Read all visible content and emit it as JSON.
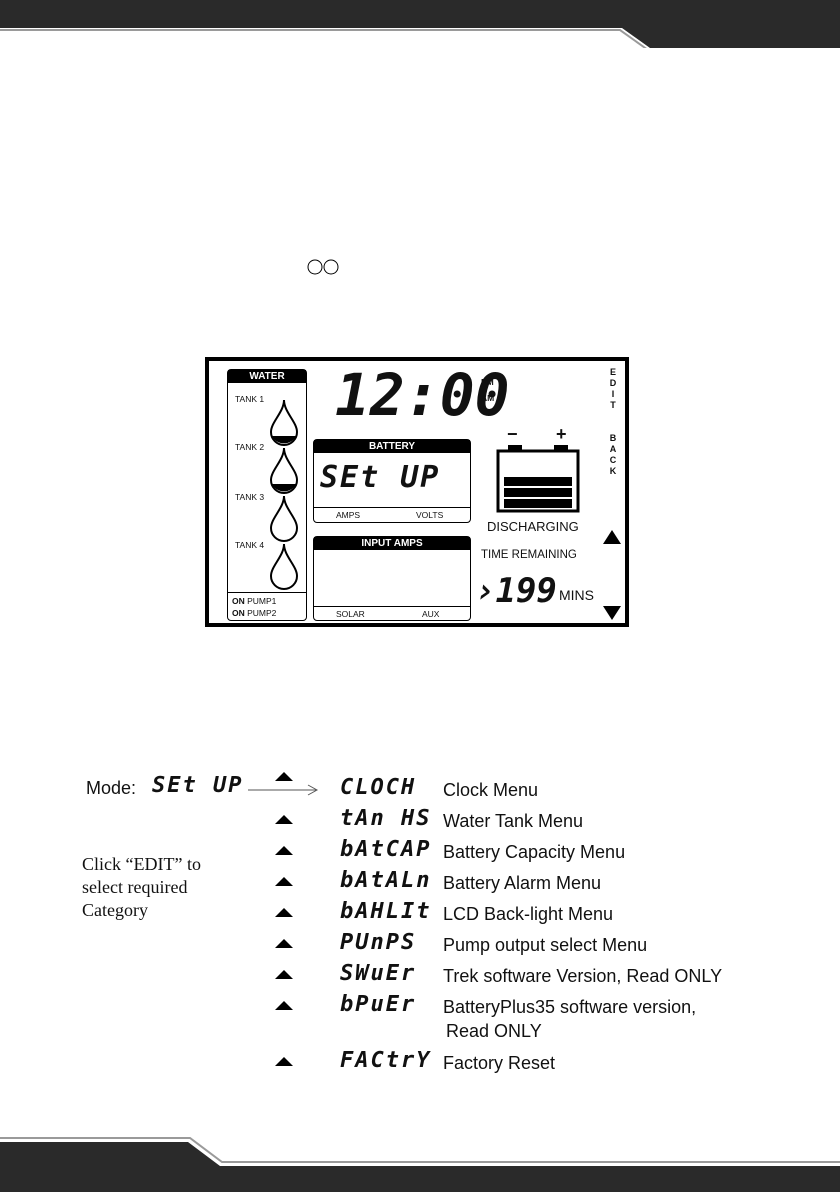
{
  "lcd": {
    "water_title": "WATER",
    "tanks": [
      "TANK 1",
      "TANK 2",
      "TANK 3",
      "TANK 4"
    ],
    "pumps": [
      {
        "state": "ON",
        "label": "PUMP1"
      },
      {
        "state": "ON",
        "label": "PUMP2"
      }
    ],
    "clock": "12:00",
    "pm": "PM",
    "am": "AM",
    "side_edit": [
      "E",
      "D",
      "I",
      "T"
    ],
    "side_back": [
      "B",
      "A",
      "C",
      "K"
    ],
    "battery": {
      "title": "BATTERY",
      "display": "SEt UP",
      "left_label": "AMPS",
      "right_label": "VOLTS"
    },
    "input_amps": {
      "title": "INPUT AMPS",
      "left_label": "SOLAR",
      "right_label": "AUX"
    },
    "battery_icon": {
      "minus": "−",
      "plus": "+"
    },
    "discharging": "DISCHARGING",
    "time_remaining": "TIME REMAINING",
    "countdown": "›199",
    "mins": "MINS"
  },
  "mode": {
    "label": "Mode:",
    "value": "SEt UP"
  },
  "instructions": [
    "Click “EDIT” to",
    "select required",
    "Category"
  ],
  "menu_items": [
    {
      "code": "CLOCH",
      "label": "Clock Menu"
    },
    {
      "code": "tAn HS",
      "label": "Water Tank Menu"
    },
    {
      "code": "bAtCAP",
      "label": "Battery Capacity Menu"
    },
    {
      "code": "bAtALn",
      "label": "Battery Alarm Menu"
    },
    {
      "code": "bAHLIt",
      "label": "LCD Back-light Menu"
    },
    {
      "code": "PUnPS",
      "label": "Pump output select Menu"
    },
    {
      "code": "SWuEr",
      "label": "Trek software Version, Read ONLY"
    },
    {
      "code": "bPuEr",
      "label": "BatteryPlus35 software version,",
      "label2": "Read ONLY"
    },
    {
      "code": "FACtrY",
      "label": "Factory Reset"
    }
  ]
}
